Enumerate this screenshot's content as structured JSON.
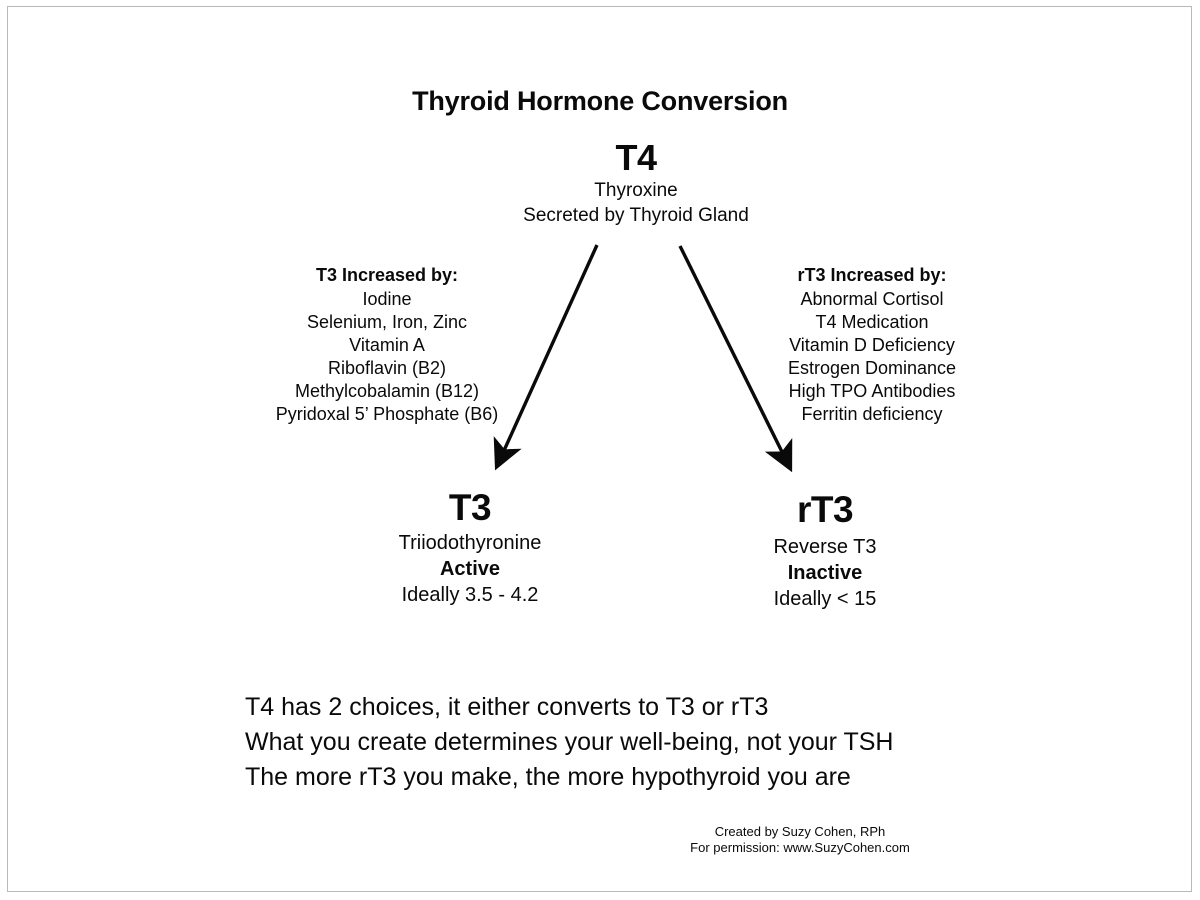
{
  "slide": {
    "title": "Thyroid Hormone Conversion",
    "background_color": "#ffffff",
    "text_color": "#0a0a0a",
    "border_color": "#b9b9b9"
  },
  "source_node": {
    "symbol": "T4",
    "name": "Thyroxine",
    "origin": "Secreted by Thyroid Gland"
  },
  "factors": {
    "t3": {
      "heading": "T3 Increased by:",
      "items": [
        "Iodine",
        "Selenium, Iron, Zinc",
        "Vitamin A",
        "Riboflavin (B2)",
        "Methylcobalamin (B12)",
        "Pyridoxal 5’ Phosphate (B6)"
      ]
    },
    "rt3": {
      "heading": "rT3 Increased by:",
      "items": [
        "Abnormal Cortisol",
        "T4 Medication",
        "Vitamin D Deficiency",
        "Estrogen Dominance",
        "High TPO Antibodies",
        "Ferritin deficiency"
      ]
    }
  },
  "outcomes": {
    "t3": {
      "symbol": "T3",
      "name": "Triiodothyronine",
      "state": "Active",
      "range": "Ideally 3.5 - 4.2"
    },
    "rt3": {
      "symbol": "rT3",
      "name": "Reverse T3",
      "state": "Inactive",
      "range": "Ideally < 15"
    }
  },
  "summary": {
    "lines": [
      "T4 has 2 choices, it either converts to T3 or rT3",
      "What you create determines your well-being, not your TSH",
      "The more rT3 you make, the more hypothyroid you are"
    ]
  },
  "footer": {
    "lines": [
      "Created by Suzy Cohen, RPh",
      "For permission: www.SuzyCohen.com"
    ]
  }
}
